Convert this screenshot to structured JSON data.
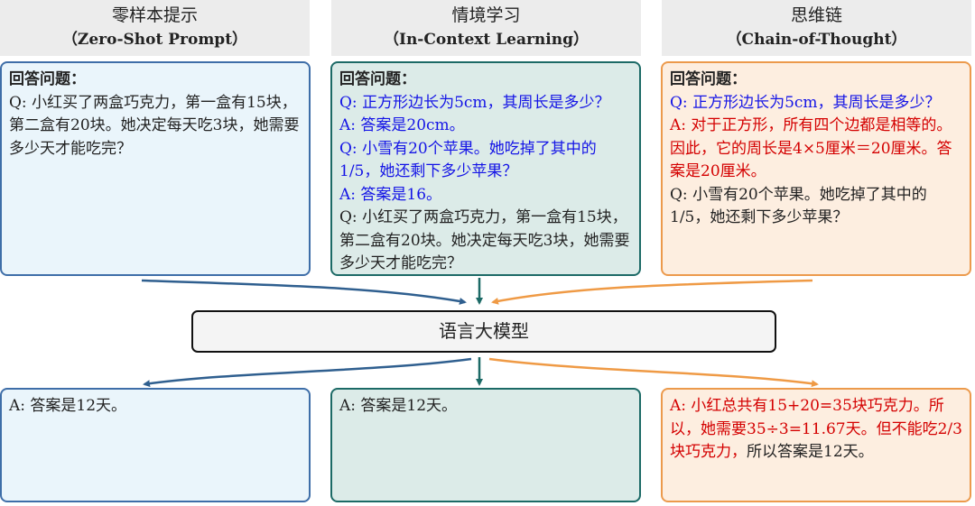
{
  "headers": [
    {
      "zh": "零样本提示",
      "en": "（Zero-Shot Prompt）"
    },
    {
      "zh": "情境学习",
      "en": "（In-Context Learning）"
    },
    {
      "zh": "思维链",
      "en": "（Chain-of-Thought）"
    }
  ],
  "prompts": {
    "zero_shot": {
      "heading": "回答问题：",
      "question": "Q: 小红买了两盒巧克力，第一盒有15块，第二盒有20块。她决定每天吃3块，她需要多少天才能吃完？"
    },
    "in_context": {
      "heading": "回答问题：",
      "demo_q": "Q: 正方形边长为5cm，其周长是多少？",
      "demo_a": "A: 答案是20cm。",
      "demo_q2": "Q: 小雪有20个苹果。她吃掉了其中的1/5，她还剩下多少苹果？",
      "demo_a2": "A: 答案是16。",
      "question": "Q: 小红买了两盒巧克力，第一盒有15块，第二盒有20块。她决定每天吃3块，她需要多少天才能吃完？"
    },
    "chain_of_thought": {
      "heading": "回答问题：",
      "demo_q": "Q: 正方形边长为5cm，其周长是多少？",
      "demo_a": "A: 对于正方形，所有四个边都是相等的。因此，它的周长是4×5厘米＝20厘米。答案是20厘米。",
      "question": "Q: 小雪有20个苹果。她吃掉了其中的1/5，她还剩下多少苹果？"
    }
  },
  "model_label": "语言大模型",
  "outputs": {
    "zero_shot": "A: 答案是12天。",
    "in_context": "A: 答案是12天。",
    "chain_of_thought_red": "A: 小红总共有15+20=35块巧克力。所以，她需要35÷3=11.67天。但不能吃2/3块巧克力，",
    "chain_of_thought_black": "所以答案是12天。"
  },
  "colors": {
    "blue_arrow": "#2f5f8f",
    "teal_arrow": "#1c6a66",
    "orange_arrow": "#ef9a45",
    "question_blue": "#1414e6",
    "answer_red": "#d40000"
  }
}
